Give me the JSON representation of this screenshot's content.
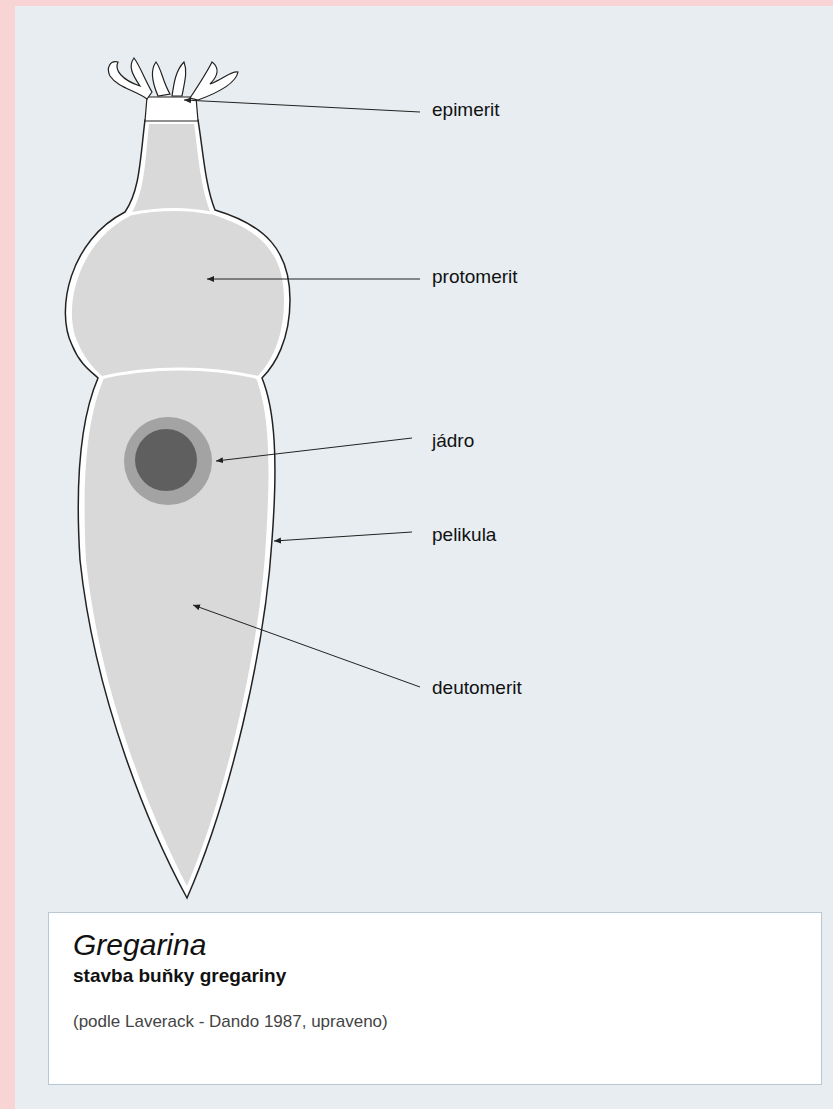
{
  "diagram": {
    "nodes": [
      {
        "text": [
          "Gregarina",
          "stavba buňky gregariny",
          "(podle Laverack - Dando 1987, upraveno)"
        ]
      }
    ],
    "labels": [
      "epimerit",
      "protomerit",
      "jádro",
      "pelikula",
      "deutomerit"
    ]
  }
}
